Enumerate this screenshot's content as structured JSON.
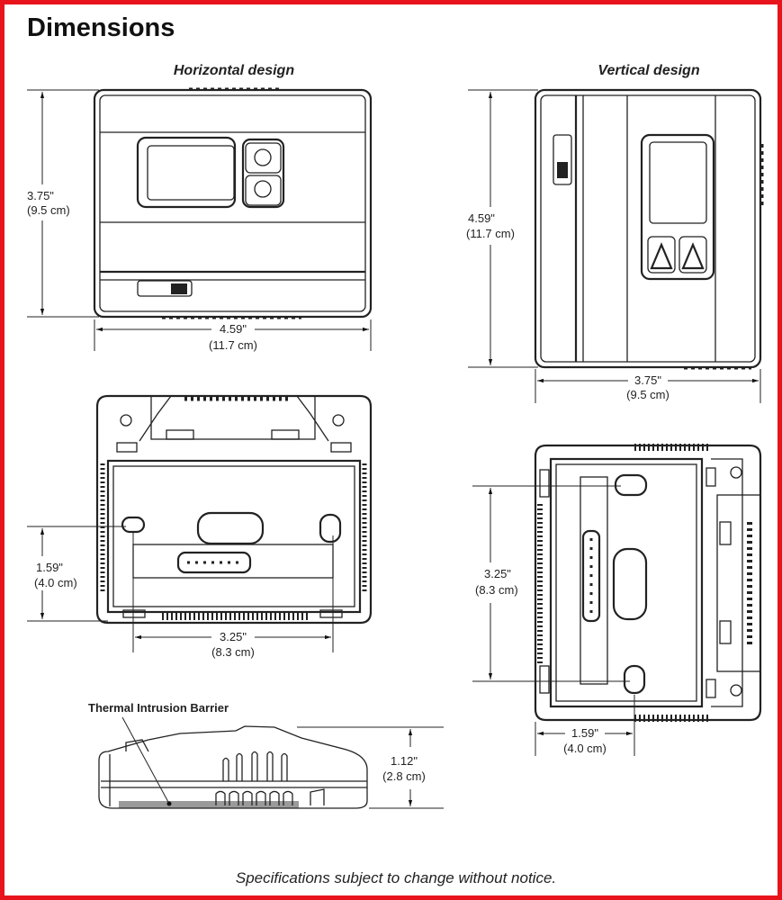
{
  "title": "Dimensions",
  "horizontal": {
    "heading": "Horizontal design",
    "front_height": {
      "in": "3.75\"",
      "cm": "(9.5 cm)"
    },
    "front_width": {
      "in": "4.59\"",
      "cm": "(11.7 cm)"
    },
    "back_height": {
      "in": "1.59\"",
      "cm": "(4.0 cm)"
    },
    "back_width": {
      "in": "3.25\"",
      "cm": "(8.3 cm)"
    }
  },
  "vertical": {
    "heading": "Vertical design",
    "front_height": {
      "in": "4.59\"",
      "cm": "(11.7 cm)"
    },
    "front_width": {
      "in": "3.75\"",
      "cm": "(9.5 cm)"
    },
    "back_height": {
      "in": "3.25\"",
      "cm": "(8.3 cm)"
    },
    "back_width": {
      "in": "1.59\"",
      "cm": "(4.0 cm)"
    }
  },
  "side": {
    "callout": "Thermal Intrusion Barrier",
    "depth": {
      "in": "1.12\"",
      "cm": "(2.8 cm)"
    }
  },
  "footer": "Specifications subject to change without notice.",
  "colors": {
    "border": "#e8141b",
    "barrier": "#9a9a9a"
  }
}
